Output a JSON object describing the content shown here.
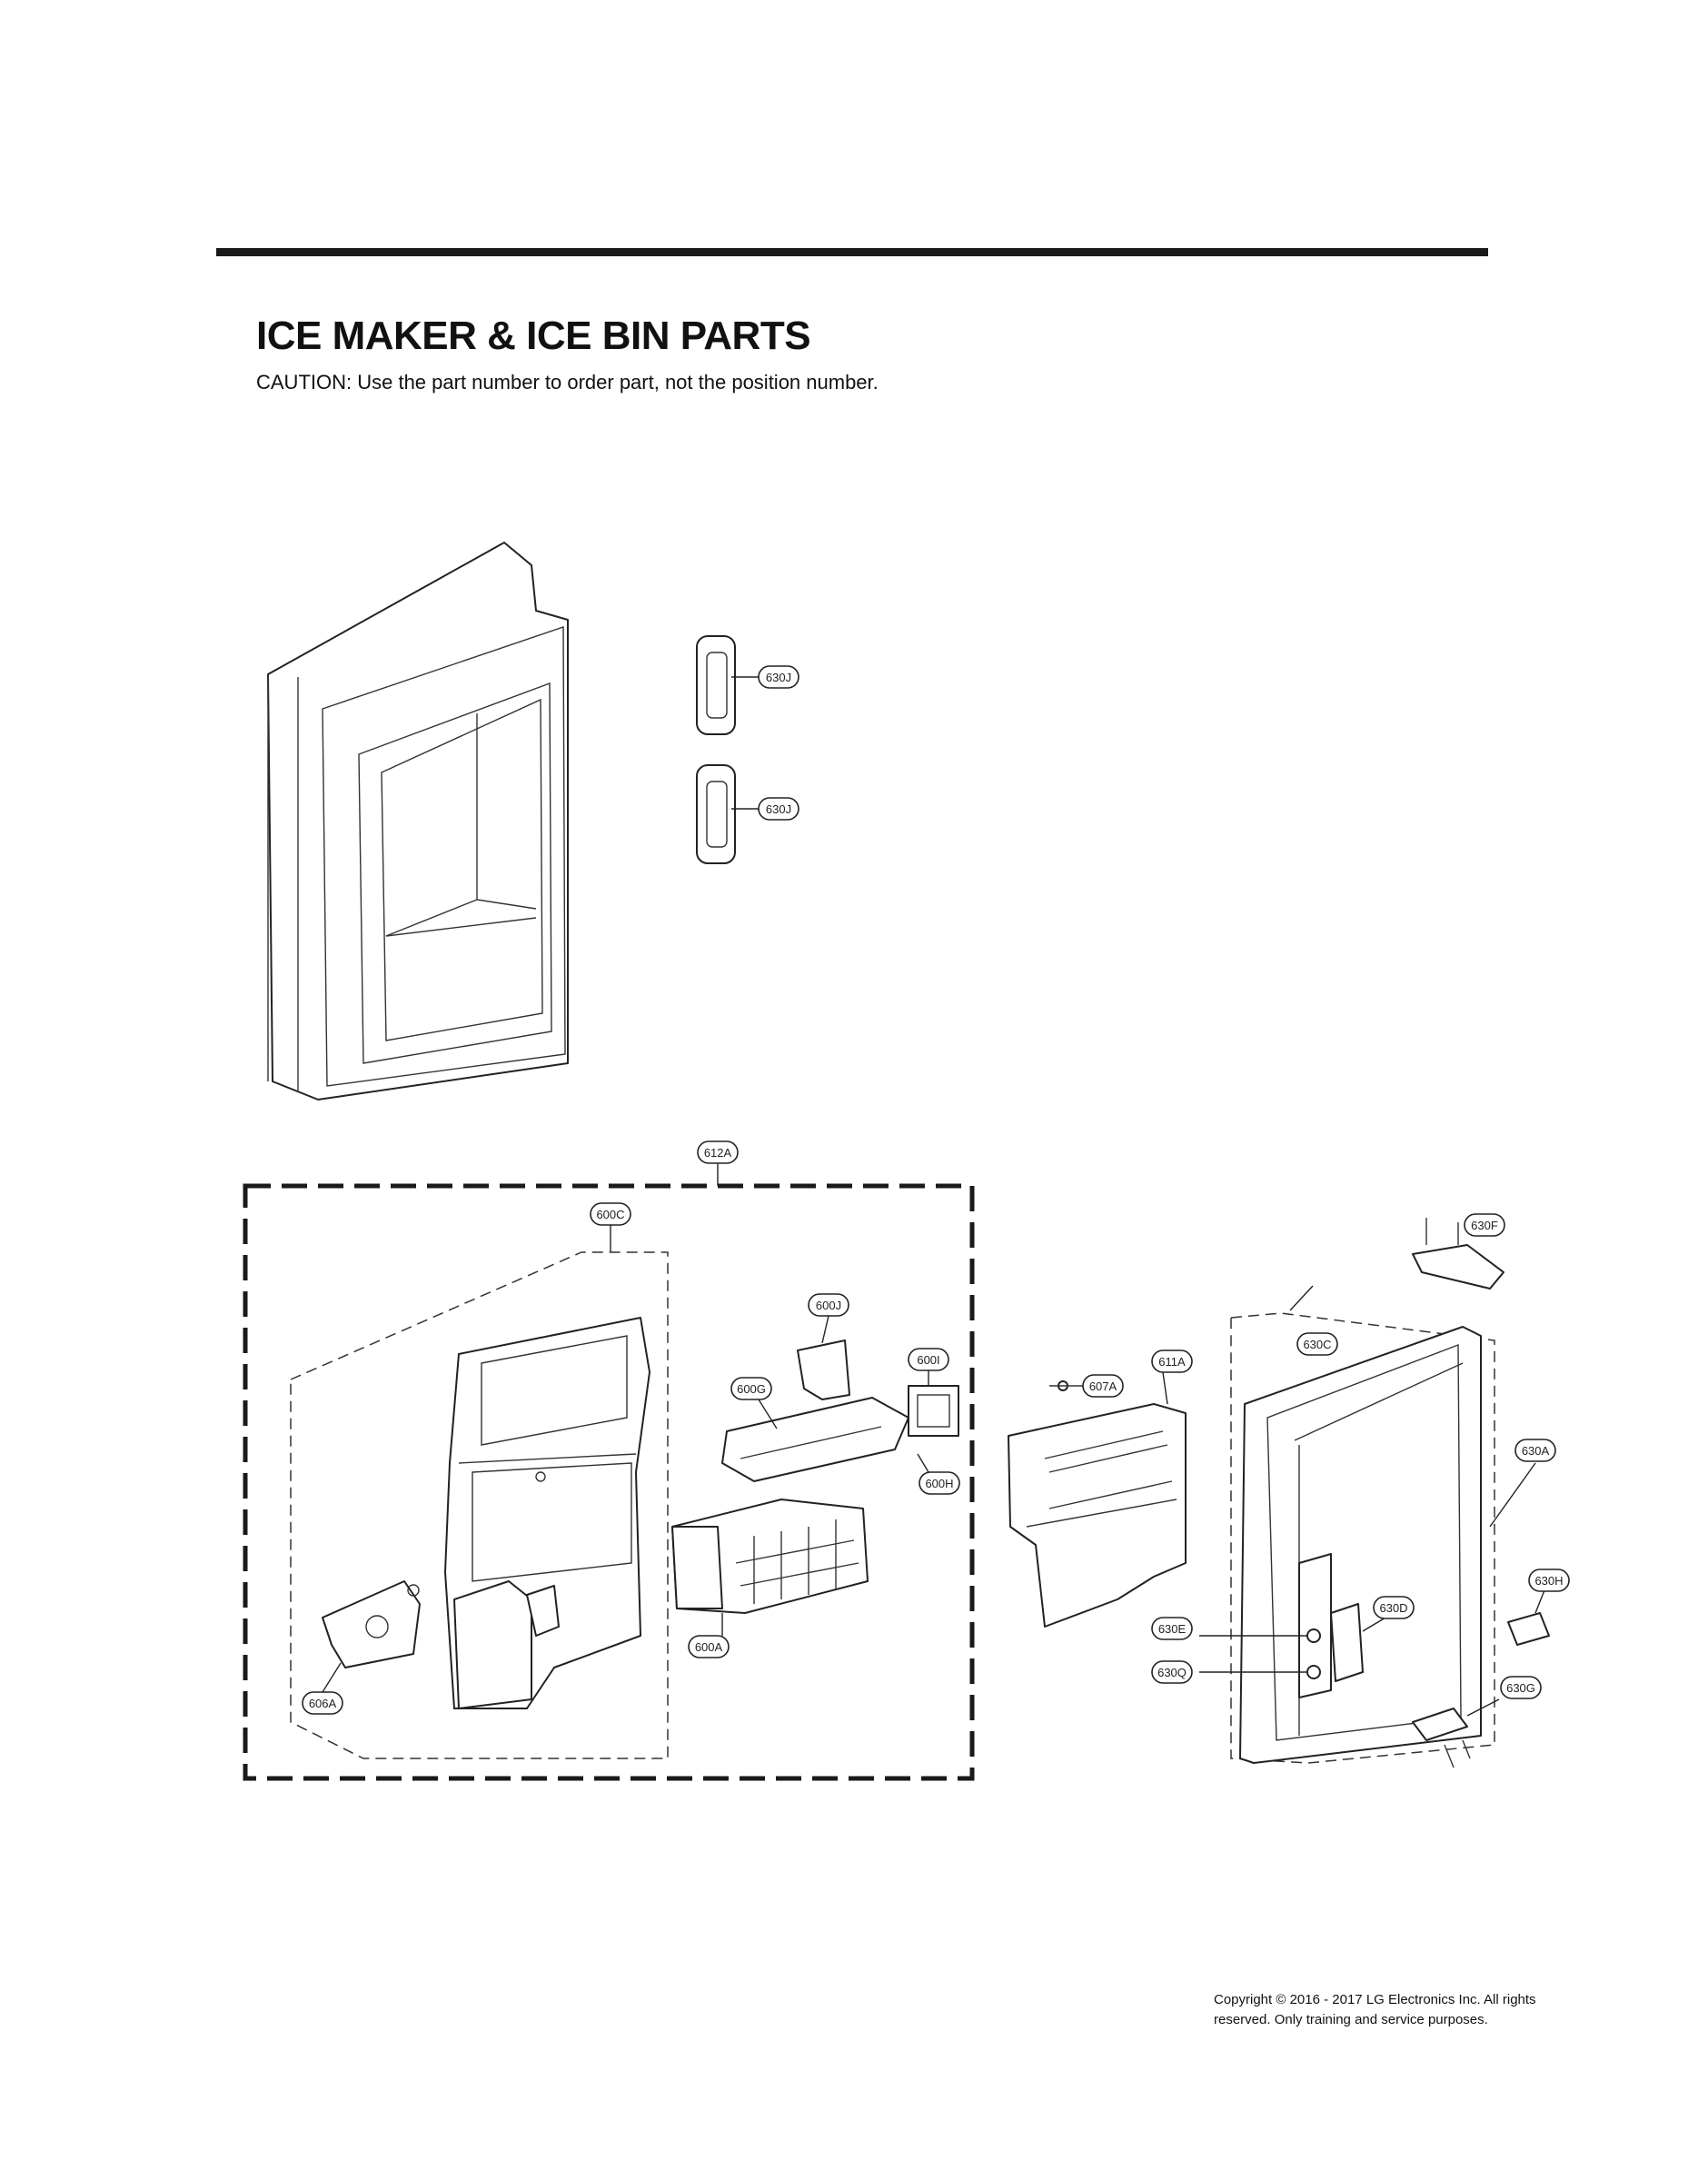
{
  "page": {
    "title": "ICE MAKER & ICE BIN PARTS",
    "caution": "CAUTION: Use the part number to order part, not the position number.",
    "copyright_line1": "Copyright © 2016 - 2017 LG Electronics Inc. All rights",
    "copyright_line2": "reserved. Only training and service purposes."
  },
  "callouts": {
    "c630J_a": "630J",
    "c630J_b": "630J",
    "c612A": "612A",
    "c600C": "600C",
    "c600J": "600J",
    "c600I": "600I",
    "c600G": "600G",
    "c600H": "600H",
    "c600A": "600A",
    "c606A": "606A",
    "c607A": "607A",
    "c611A": "611A",
    "c630F": "630F",
    "c630C": "630C",
    "c630A": "630A",
    "c630H": "630H",
    "c630D": "630D",
    "c630E": "630E",
    "c630Q": "630Q",
    "c630G": "630G"
  }
}
